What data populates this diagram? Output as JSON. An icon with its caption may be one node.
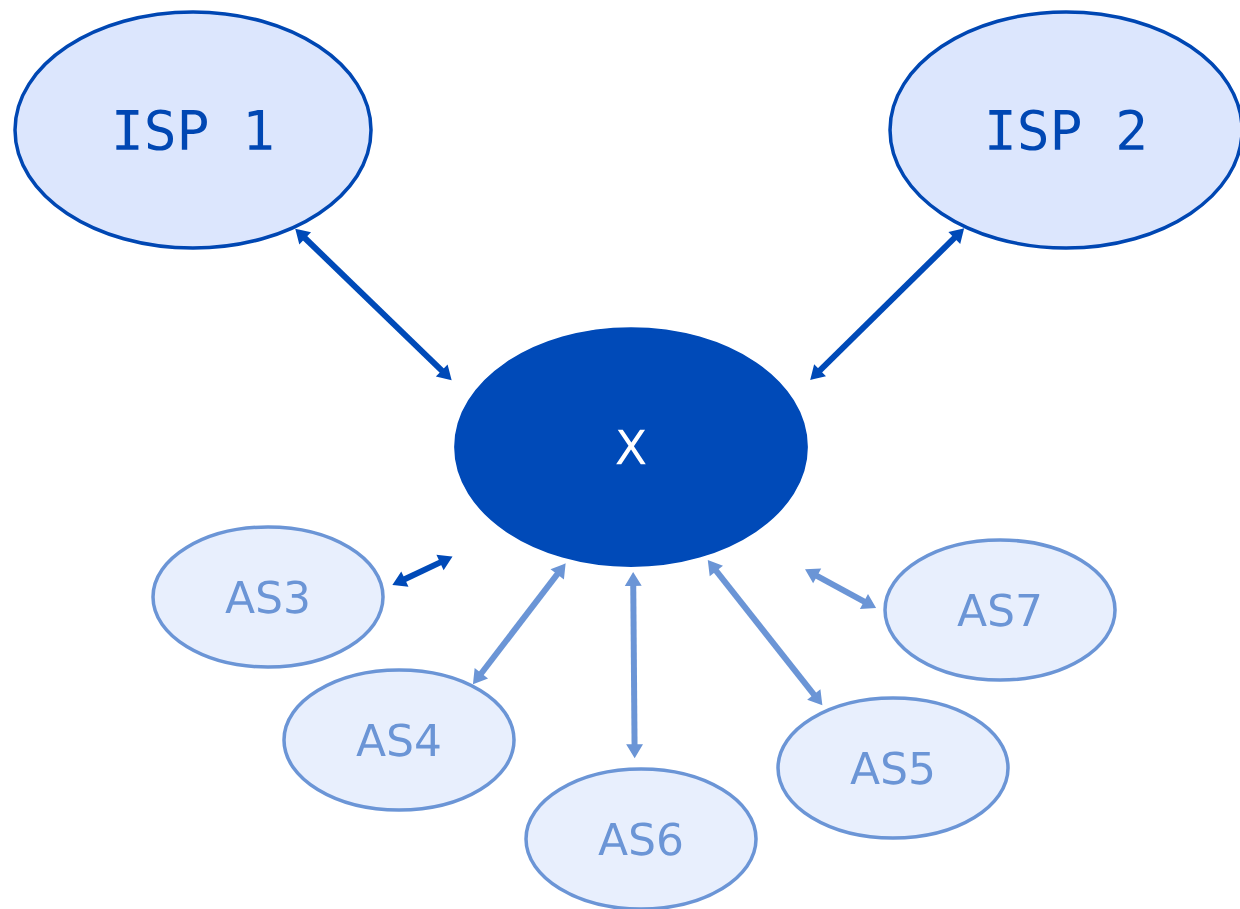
{
  "diagram": {
    "nodes": [
      {
        "text": [
          "ISP 1"
        ]
      },
      {
        "text": [
          "ISP 2"
        ]
      },
      {
        "text": [
          "X"
        ]
      },
      {
        "text": [
          "AS3"
        ]
      },
      {
        "text": [
          "AS7"
        ]
      },
      {
        "text": [
          "AS4"
        ]
      },
      {
        "text": [
          "AS5"
        ]
      },
      {
        "text": [
          "AS6"
        ]
      }
    ],
    "edges": [
      {
        "from": 0,
        "to": 2,
        "arrow": "both",
        "color": "#004ab8"
      },
      {
        "from": 1,
        "to": 2,
        "arrow": "both",
        "color": "#004ab8"
      },
      {
        "from": 3,
        "to": 2,
        "arrow": "both",
        "color": "#004ab8"
      },
      {
        "from": 5,
        "to": 2,
        "arrow": "both"
      },
      {
        "from": 7,
        "to": 2,
        "arrow": "both"
      },
      {
        "from": 6,
        "to": 2,
        "arrow": "both"
      },
      {
        "from": 4,
        "to": 2,
        "arrow": "both"
      }
    ]
  }
}
